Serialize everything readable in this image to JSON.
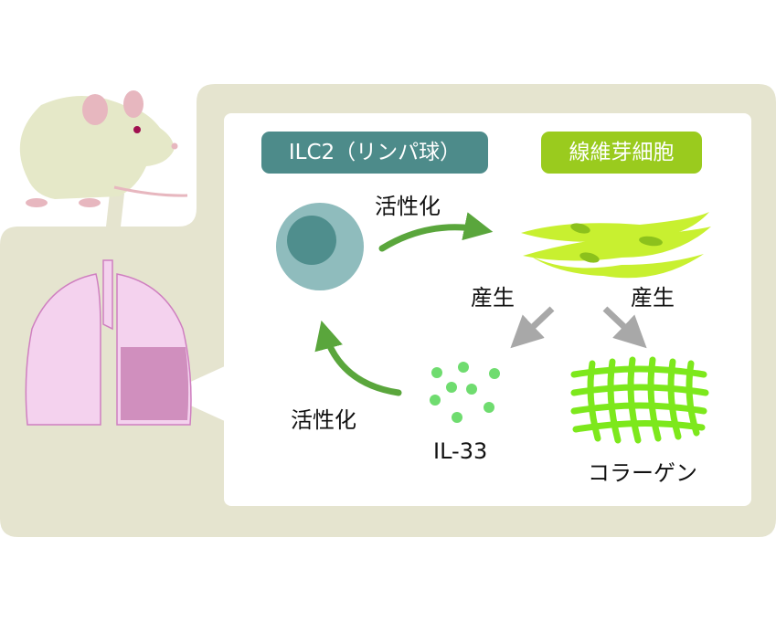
{
  "labels": {
    "ilc2": "ILC2（リンパ球）",
    "fibroblast": "線維芽細胞",
    "activate_top": "活性化",
    "activate_bottom": "活性化",
    "produce_left": "産生",
    "produce_right": "産生",
    "il33": "IL-33",
    "collagen": "コラーゲン"
  },
  "colors": {
    "panel_outer": "#e5e4cf",
    "panel_inner": "#ffffff",
    "ilc2_badge": "#4d8b8a",
    "fibroblast_badge": "#9acb1e",
    "cell_outer": "#8fbcbd",
    "cell_nucleus": "#4f8e8d",
    "fibroblast_fill": "#c8f030",
    "collagen": "#7de81c",
    "il33_dots": "#6fdc6f",
    "activation_arrow": "#5aa63c",
    "production_arrow": "#a8a8a8",
    "lung": "#f4d2ee",
    "lung_outline": "#cf7fc0",
    "lung_lesion": "#d08fbe",
    "mouse_body": "#e5e8c8",
    "mouse_ear": "#e7b7bf"
  },
  "icons": [
    "mouse-icon",
    "lungs-icon",
    "ilc2-cell-icon",
    "fibroblast-cells-icon",
    "il33-dots-icon",
    "collagen-fiber-icon"
  ]
}
